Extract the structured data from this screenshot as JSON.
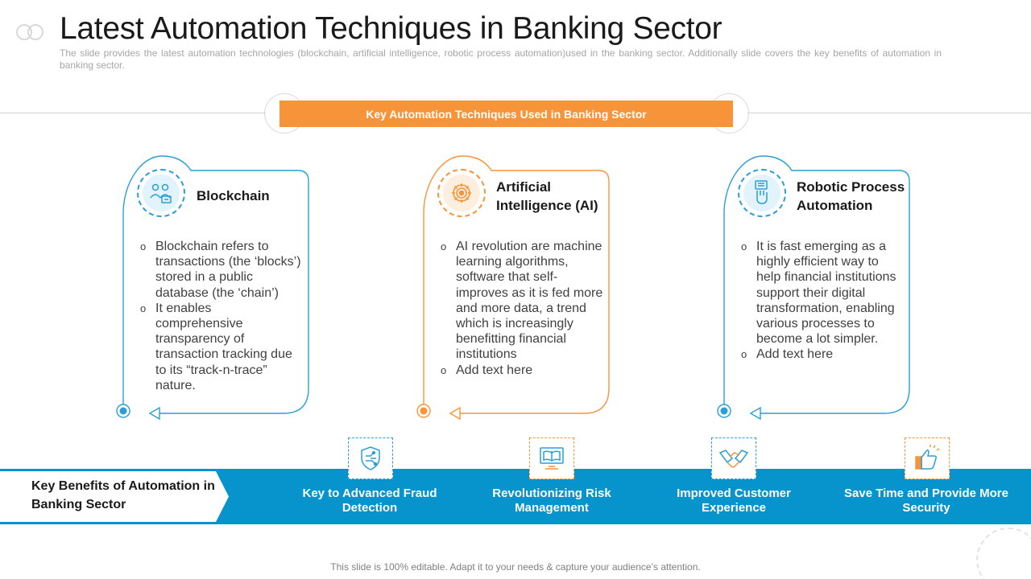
{
  "slide": {
    "title": "Latest Automation Techniques in Banking Sector",
    "subtitle": "The slide provides the latest automation technologies (blockchain, artificial intelligence, robotic process automation)used in the banking sector. Additionally slide covers the key benefits of automation in banking sector.",
    "banner": "Key Automation Techniques Used in Banking Sector",
    "footer": "This slide is 100% editable. Adapt it to your needs & capture your audience’s attention."
  },
  "colors": {
    "blue": "#2a9fd6",
    "orange": "#f7943a",
    "band": "#0793cb"
  },
  "cards": [
    {
      "icon": "team-network-icon",
      "title": "Blockchain",
      "bullets": [
        "Blockchain refers to transactions (the ‘blocks’) stored in a public database (the ‘chain’)",
        "It enables comprehensive transparency of transaction tracking due to its “track-n-trace” nature."
      ]
    },
    {
      "icon": "gear-icon",
      "title": "Artificial Intelligence (AI)",
      "bullets": [
        "AI revolution are machine learning algorithms, software that self-improves as it is fed more and more data, a trend which is increasingly benefitting financial institutions",
        "Add text here"
      ]
    },
    {
      "icon": "robot-hand-icon",
      "title": "Robotic Process Automation",
      "bullets": [
        "It is fast emerging as a highly efficient way to help financial institutions support their digital transformation, enabling various processes to become a lot simpler.",
        "Add text here"
      ]
    }
  ],
  "benefits": {
    "label": "Key Benefits of Automation in Banking Sector",
    "items": [
      {
        "icon": "shield-circuit-icon",
        "text": "Key to Advanced Fraud Detection"
      },
      {
        "icon": "computer-book-icon",
        "text": "Revolutionizing Risk Management"
      },
      {
        "icon": "handshake-icon",
        "text": "Improved Customer Experience"
      },
      {
        "icon": "thumbs-up-icon",
        "text": "Save Time and Provide More Security"
      }
    ]
  }
}
